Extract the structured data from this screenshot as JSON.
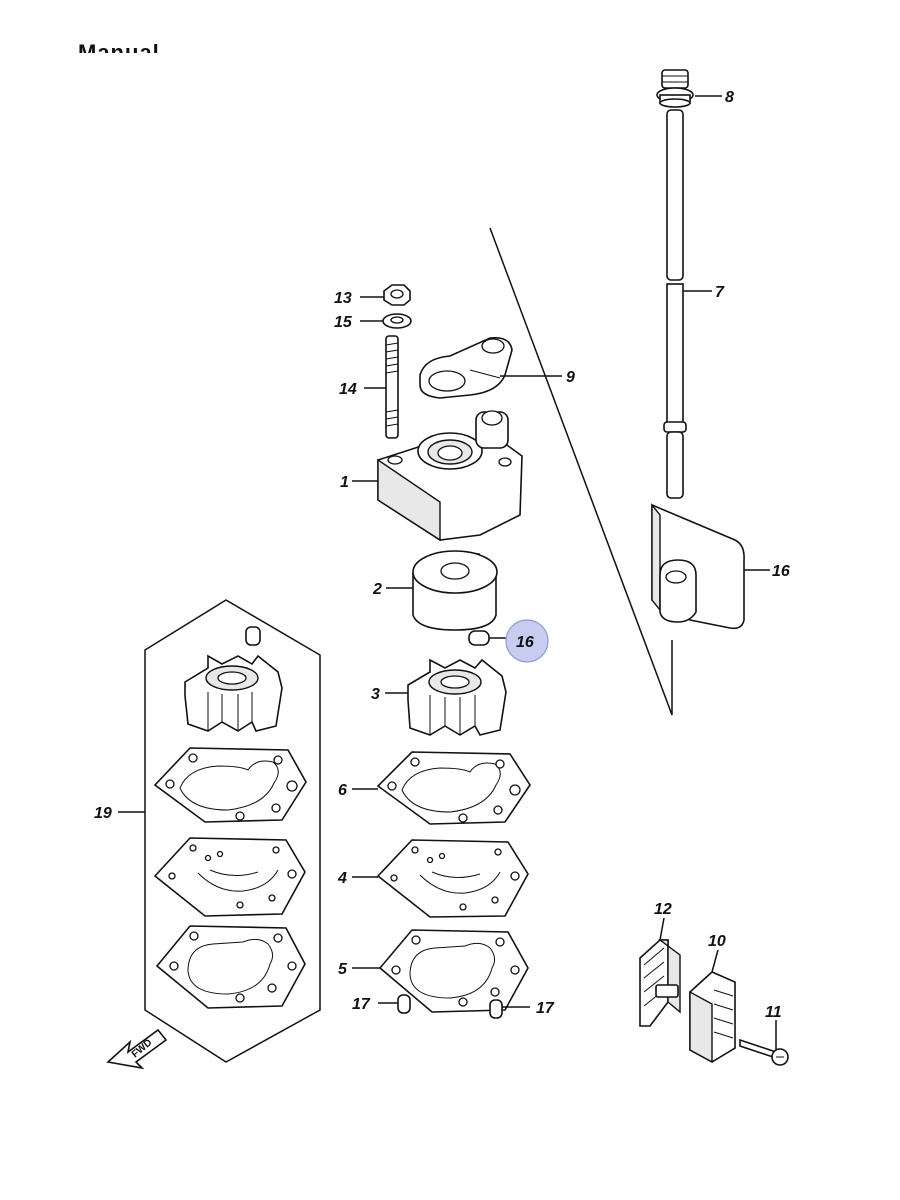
{
  "header": {
    "title": "Manual"
  },
  "callout_color": "#c6cdf0",
  "parts": [
    {
      "id": "p1",
      "number": "1"
    },
    {
      "id": "p2",
      "number": "2"
    },
    {
      "id": "p3",
      "number": "3"
    },
    {
      "id": "p4",
      "number": "4"
    },
    {
      "id": "p5",
      "number": "5"
    },
    {
      "id": "p6",
      "number": "6"
    },
    {
      "id": "p7",
      "number": "7"
    },
    {
      "id": "p8",
      "number": "8"
    },
    {
      "id": "p9",
      "number": "9"
    },
    {
      "id": "p10",
      "number": "10"
    },
    {
      "id": "p11",
      "number": "11"
    },
    {
      "id": "p12",
      "number": "12"
    },
    {
      "id": "p13",
      "number": "13"
    },
    {
      "id": "p14",
      "number": "14"
    },
    {
      "id": "p15",
      "number": "15"
    },
    {
      "id": "p16a",
      "number": "16"
    },
    {
      "id": "p16b",
      "number": "16"
    },
    {
      "id": "p17a",
      "number": "17"
    },
    {
      "id": "p17b",
      "number": "17"
    },
    {
      "id": "p19",
      "number": "19"
    }
  ],
  "fwd_arrow": {
    "label": "FWD",
    "icon": "forward-arrow-icon"
  }
}
